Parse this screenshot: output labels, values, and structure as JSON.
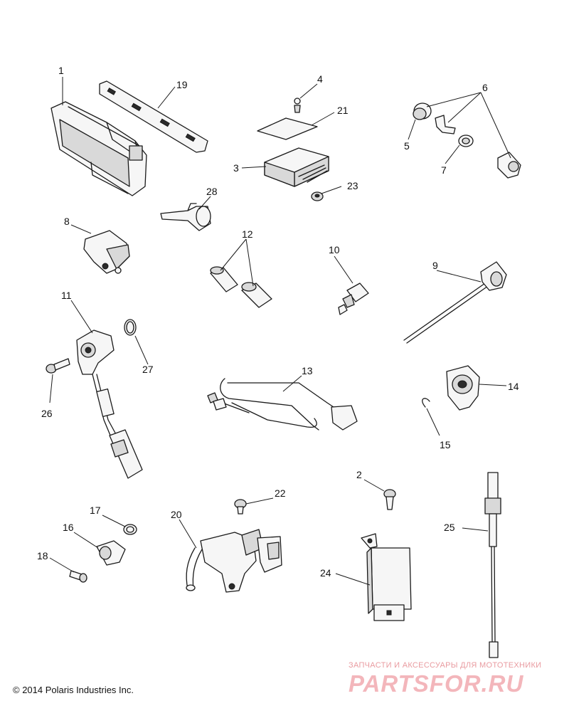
{
  "callouts": [
    {
      "id": "1",
      "text": "1"
    },
    {
      "id": "2",
      "text": "2"
    },
    {
      "id": "3",
      "text": "3"
    },
    {
      "id": "4",
      "text": "4"
    },
    {
      "id": "5",
      "text": "5"
    },
    {
      "id": "6",
      "text": "6"
    },
    {
      "id": "7",
      "text": "7"
    },
    {
      "id": "8",
      "text": "8"
    },
    {
      "id": "9",
      "text": "9"
    },
    {
      "id": "10",
      "text": "10"
    },
    {
      "id": "11",
      "text": "11"
    },
    {
      "id": "12",
      "text": "12"
    },
    {
      "id": "13",
      "text": "13"
    },
    {
      "id": "14",
      "text": "14"
    },
    {
      "id": "15",
      "text": "15"
    },
    {
      "id": "16",
      "text": "16"
    },
    {
      "id": "17",
      "text": "17"
    },
    {
      "id": "18",
      "text": "18"
    },
    {
      "id": "19",
      "text": "19"
    },
    {
      "id": "20",
      "text": "20"
    },
    {
      "id": "21",
      "text": "21"
    },
    {
      "id": "22",
      "text": "22"
    },
    {
      "id": "23",
      "text": "23"
    },
    {
      "id": "24",
      "text": "24"
    },
    {
      "id": "25",
      "text": "25"
    },
    {
      "id": "26",
      "text": "26"
    },
    {
      "id": "27",
      "text": "27"
    },
    {
      "id": "28",
      "text": "28"
    }
  ],
  "copyright": "© 2014 Polaris Industries Inc.",
  "watermark": {
    "tagline": "ЗАПЧАСТИ И АКСЕССУАРЫ ДЛЯ МОТОТЕХНИКИ",
    "logo": "PARTSFOR.RU"
  }
}
